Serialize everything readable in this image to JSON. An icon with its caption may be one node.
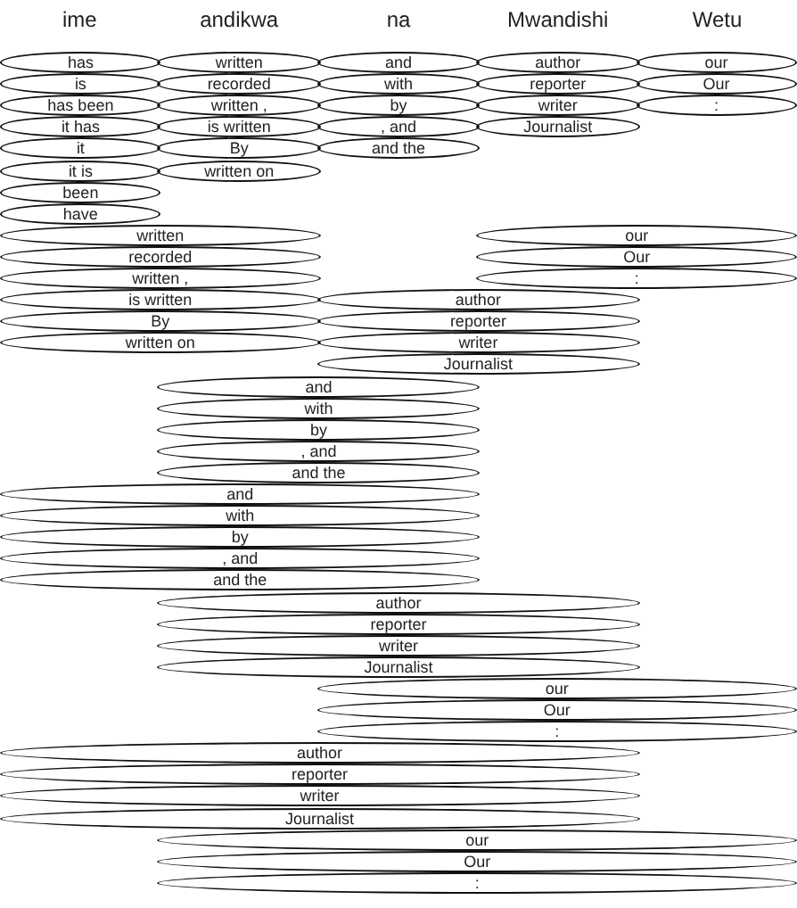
{
  "diagram": {
    "nodes": [
      {
        "text": [
          "has"
        ]
      },
      {
        "text": [
          "written"
        ]
      },
      {
        "text": [
          "and"
        ]
      },
      {
        "text": [
          "author"
        ]
      },
      {
        "text": [
          "our"
        ]
      },
      {
        "text": [
          "is"
        ]
      },
      {
        "text": [
          "recorded"
        ]
      },
      {
        "text": [
          "with"
        ]
      },
      {
        "text": [
          "reporter"
        ]
      },
      {
        "text": [
          "Our"
        ]
      },
      {
        "text": [
          "has been"
        ]
      },
      {
        "text": [
          "written ,"
        ]
      },
      {
        "text": [
          "by"
        ]
      },
      {
        "text": [
          "writer"
        ]
      },
      {
        "text": [
          ":"
        ]
      },
      {
        "text": [
          "it has"
        ]
      },
      {
        "text": [
          "is written"
        ]
      },
      {
        "text": [
          ", and"
        ]
      },
      {
        "text": [
          "Journalist"
        ]
      },
      {
        "text": [
          "it"
        ]
      },
      {
        "text": [
          "By"
        ]
      },
      {
        "text": [
          "and the"
        ]
      },
      {
        "text": [
          "it is"
        ]
      },
      {
        "text": [
          "written on"
        ]
      },
      {
        "text": [
          "been"
        ]
      },
      {
        "text": [
          "have"
        ]
      },
      {
        "text": [
          "written"
        ]
      },
      {
        "text": [
          "our"
        ]
      },
      {
        "text": [
          "recorded"
        ]
      },
      {
        "text": [
          "Our"
        ]
      },
      {
        "text": [
          "written ,"
        ]
      },
      {
        "text": [
          ":"
        ]
      },
      {
        "text": [
          "is written"
        ]
      },
      {
        "text": [
          "author"
        ]
      },
      {
        "text": [
          "By"
        ]
      },
      {
        "text": [
          "reporter"
        ]
      },
      {
        "text": [
          "written on"
        ]
      },
      {
        "text": [
          "writer"
        ]
      },
      {
        "text": [
          "Journalist"
        ]
      },
      {
        "text": [
          "and"
        ]
      },
      {
        "text": [
          "with"
        ]
      },
      {
        "text": [
          "by"
        ]
      },
      {
        "text": [
          ", and"
        ]
      },
      {
        "text": [
          "and the"
        ]
      },
      {
        "text": [
          "and"
        ]
      },
      {
        "text": [
          "with"
        ]
      },
      {
        "text": [
          "by"
        ]
      },
      {
        "text": [
          ", and"
        ]
      },
      {
        "text": [
          "and the"
        ]
      },
      {
        "text": [
          "author"
        ]
      },
      {
        "text": [
          "reporter"
        ]
      },
      {
        "text": [
          "writer"
        ]
      },
      {
        "text": [
          "Journalist"
        ]
      },
      {
        "text": [
          "our"
        ]
      },
      {
        "text": [
          "Our"
        ]
      },
      {
        "text": [
          ":"
        ]
      },
      {
        "text": [
          "author"
        ]
      },
      {
        "text": [
          "reporter"
        ]
      },
      {
        "text": [
          "writer"
        ]
      },
      {
        "text": [
          "Journalist"
        ]
      },
      {
        "text": [
          "our"
        ]
      },
      {
        "text": [
          "Our"
        ]
      },
      {
        "text": [
          ":"
        ]
      }
    ],
    "labels": [
      "ime",
      "andikwa",
      "na",
      "Mwandishi",
      "Wetu"
    ]
  }
}
